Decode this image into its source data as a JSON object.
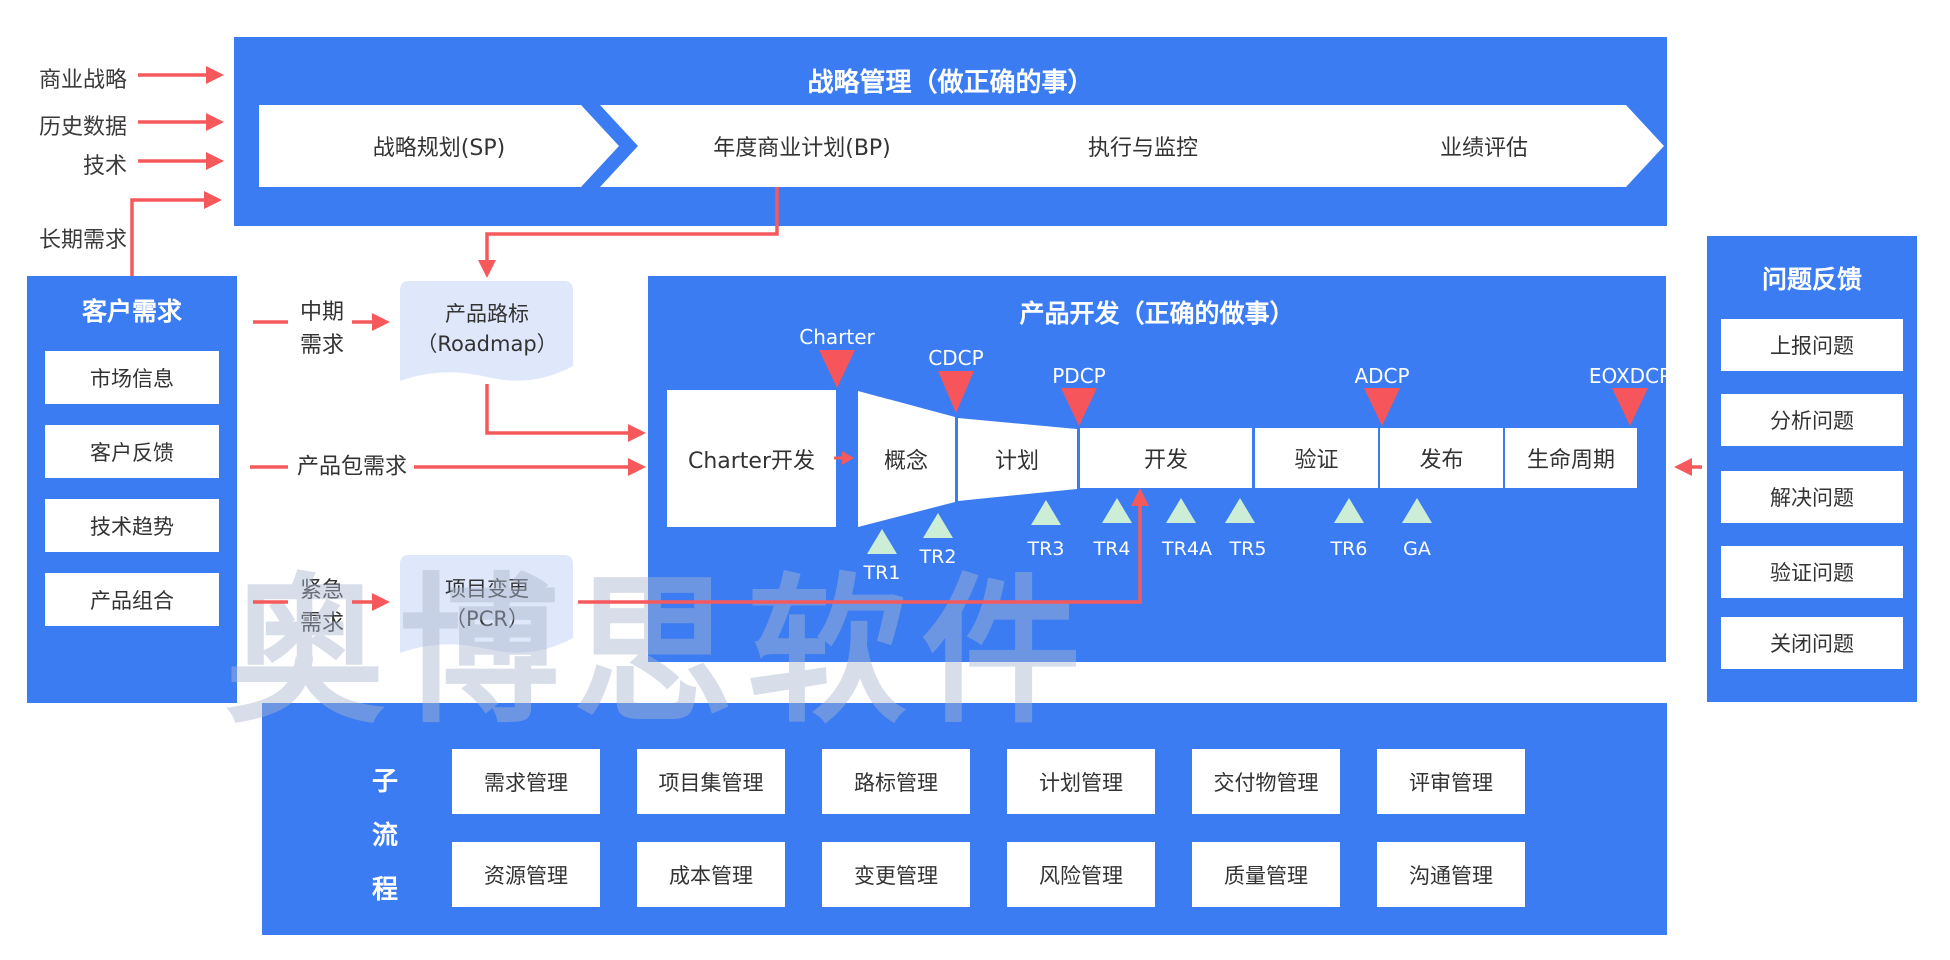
{
  "colors": {
    "primary_blue": "#3B7CF3",
    "accent_red": "#F6595C",
    "milestone_red": "#F6555C",
    "tr_green": "#CDEED6",
    "doc_fill": "#DFE8FA",
    "text_dark": "#333333"
  },
  "watermark": {
    "text": "奥博思软件"
  },
  "inputs": {
    "items": [
      "商业战略",
      "历史数据",
      "技术",
      "长期需求"
    ]
  },
  "strategy": {
    "title": "战略管理（做正确的事）",
    "stages": [
      "战略规划(SP)",
      "年度商业计划(BP)",
      "执行与监控",
      "业绩评估"
    ]
  },
  "customer_needs": {
    "title": "客户需求",
    "items": [
      "市场信息",
      "客户反馈",
      "技术趋势",
      "产品组合"
    ]
  },
  "flows": {
    "mid_term": {
      "line1": "中期",
      "line2": "需求"
    },
    "package": "产品包需求",
    "urgent": {
      "line1": "紧急",
      "line2": "需求"
    }
  },
  "roadmap": {
    "line1": "产品路标",
    "line2": "（Roadmap）"
  },
  "pcr": {
    "line1": "项目变更",
    "line2": "（PCR）"
  },
  "product_dev": {
    "title": "产品开发（正确的做事）",
    "charter_stage": "Charter开发",
    "stages": [
      "概念",
      "计划",
      "开发",
      "验证",
      "发布",
      "生命周期"
    ],
    "milestones": [
      "Charter",
      "CDCP",
      "PDCP",
      "ADCP",
      "EOXDCP"
    ],
    "tr_points": [
      "TR1",
      "TR2",
      "TR3",
      "TR4",
      "TR4A",
      "TR5",
      "TR6",
      "GA"
    ]
  },
  "issues": {
    "title": "问题反馈",
    "items": [
      "上报问题",
      "分析问题",
      "解决问题",
      "验证问题",
      "关闭问题"
    ]
  },
  "subprocess": {
    "title_chars": [
      "子",
      "流",
      "程"
    ],
    "row1": [
      "需求管理",
      "项目集管理",
      "路标管理",
      "计划管理",
      "交付物管理",
      "评审管理"
    ],
    "row2": [
      "资源管理",
      "成本管理",
      "变更管理",
      "风险管理",
      "质量管理",
      "沟通管理"
    ]
  }
}
